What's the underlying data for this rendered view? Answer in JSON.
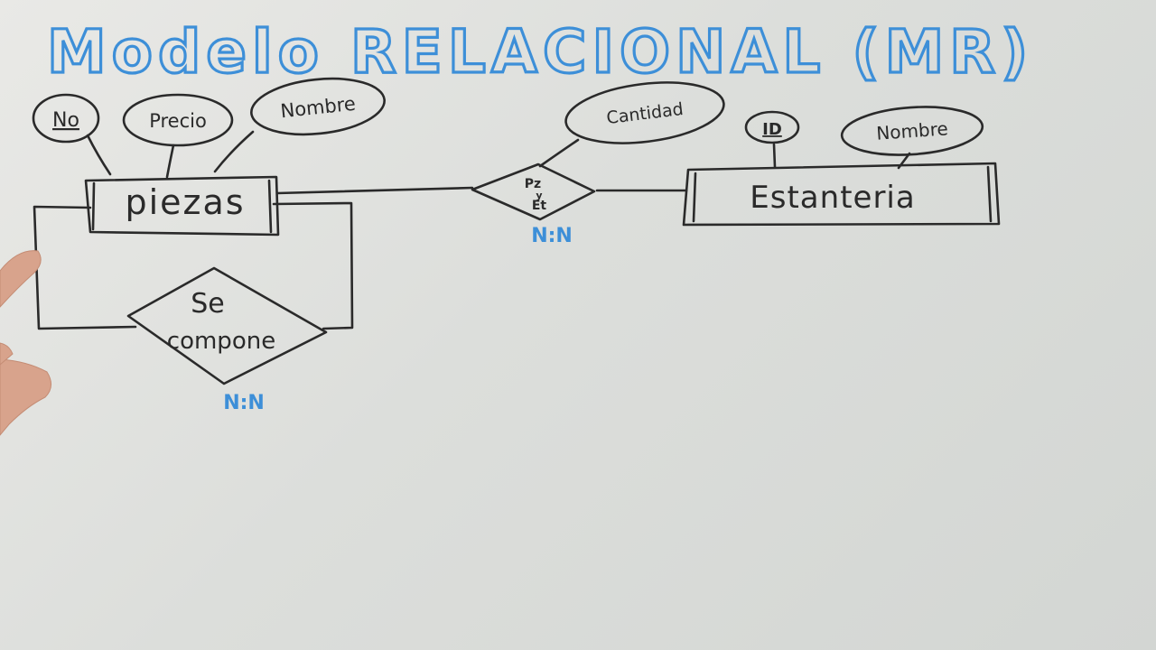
{
  "title": "Modelo RELACIONAL (MR)",
  "entities": {
    "piezas": "piezas",
    "estanteria": "Estanteria"
  },
  "attributes": {
    "no": "No",
    "precio": "Precio",
    "nombre_piezas": "Nombre",
    "cantidad": "Cantidad",
    "id": "ID",
    "nombre_estanteria": "Nombre"
  },
  "relationships": {
    "se_compone_line1": "Se",
    "se_compone_line2": "compone",
    "pz_et_line1": "Pz",
    "pz_et_line2": "y",
    "pz_et_line3": "Et"
  },
  "cardinalities": {
    "se_compone": "N:N",
    "pz_et": "N:N"
  },
  "colors": {
    "title": "#3d8fd8",
    "ink": "#2a2a2a",
    "cardinality": "#3d8fd8"
  }
}
